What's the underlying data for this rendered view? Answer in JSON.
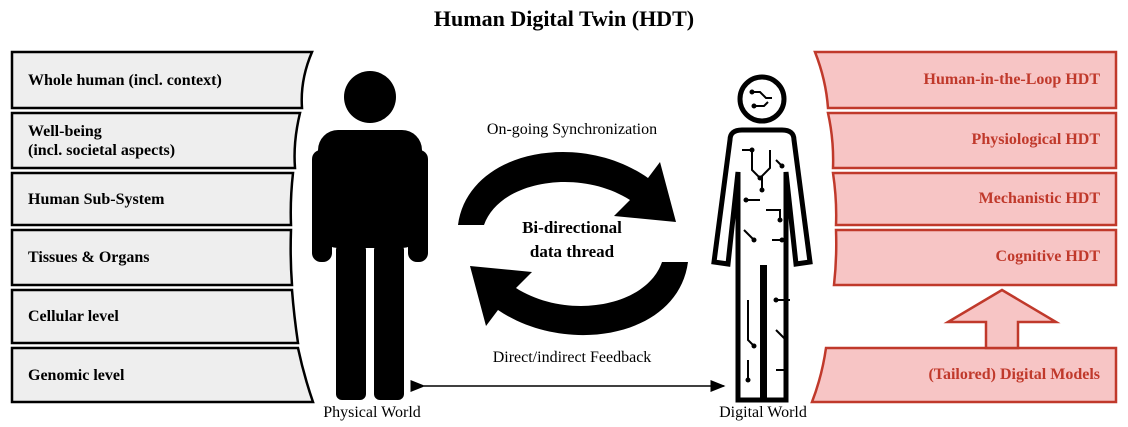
{
  "title": "Human Digital Twin (HDT)",
  "left_levels": [
    {
      "line1": "Whole human (incl. context)",
      "line2": ""
    },
    {
      "line1": "Well-being",
      "line2": "(incl. societal aspects)"
    },
    {
      "line1": "Human Sub-System",
      "line2": ""
    },
    {
      "line1": "Tissues & Organs",
      "line2": ""
    },
    {
      "line1": "Cellular level",
      "line2": ""
    },
    {
      "line1": "Genomic level",
      "line2": ""
    }
  ],
  "right_types": [
    "Human-in-the-Loop HDT",
    "Physiological HDT",
    "Mechanistic HDT",
    "Cognitive HDT"
  ],
  "right_base": "(Tailored) Digital Models",
  "center": {
    "top_label": "On-going Synchronization",
    "center_line1": "Bi-directional",
    "center_line2": "data thread",
    "bottom_label": "Direct/indirect Feedback"
  },
  "worlds": {
    "physical": "Physical World",
    "digital": "Digital World"
  },
  "colors": {
    "left_fill": "#eeeeee",
    "right_fill": "#f7c5c5",
    "right_stroke": "#c0392b",
    "right_text": "#c0392b"
  }
}
